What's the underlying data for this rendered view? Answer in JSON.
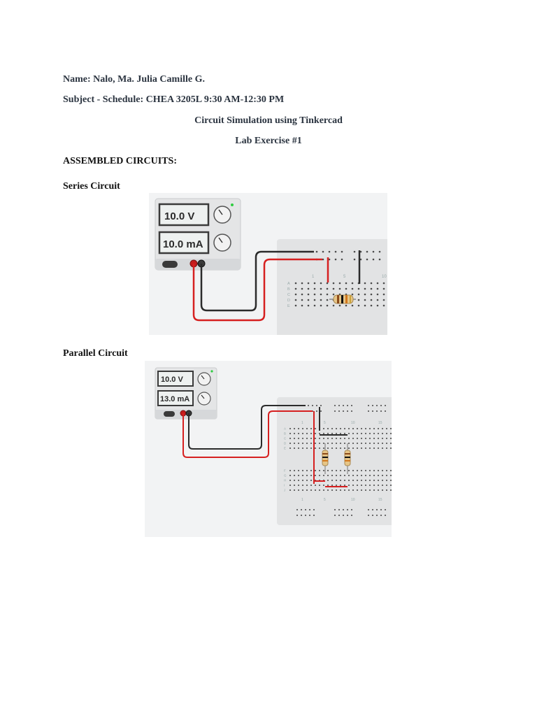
{
  "header": {
    "name_label": "Name:",
    "name_value": "Nalo, Ma. Julia Camille G.",
    "subject_label": "Subject - Schedule:",
    "subject_value": "CHEA 3205L 9:30 AM-12:30 PM",
    "title": "Circuit Simulation using Tinkercad",
    "subtitle": "Lab Exercise #1"
  },
  "section_heading": "ASSEMBLED CIRCUITS:",
  "series": {
    "caption": "Series Circuit",
    "voltage": "10.0 V",
    "current": "10.0 mA",
    "col_labels": [
      "1",
      "5",
      "10"
    ],
    "row_labels": [
      "A",
      "B",
      "C",
      "D",
      "E"
    ]
  },
  "parallel": {
    "caption": "Parallel Circuit",
    "voltage": "10.0 V",
    "current": "13.0 mA",
    "col_labels": [
      "1",
      "5",
      "10",
      "15"
    ],
    "row_labels_top": [
      "A",
      "B",
      "C",
      "D",
      "E"
    ],
    "row_labels_bottom": [
      "F",
      "G",
      "H",
      "I",
      "J"
    ]
  },
  "colors": {
    "wire_red": "#d62020",
    "wire_black": "#2b2b2b",
    "panel": "#e4e5e6",
    "led_green": "#2ecc40"
  }
}
